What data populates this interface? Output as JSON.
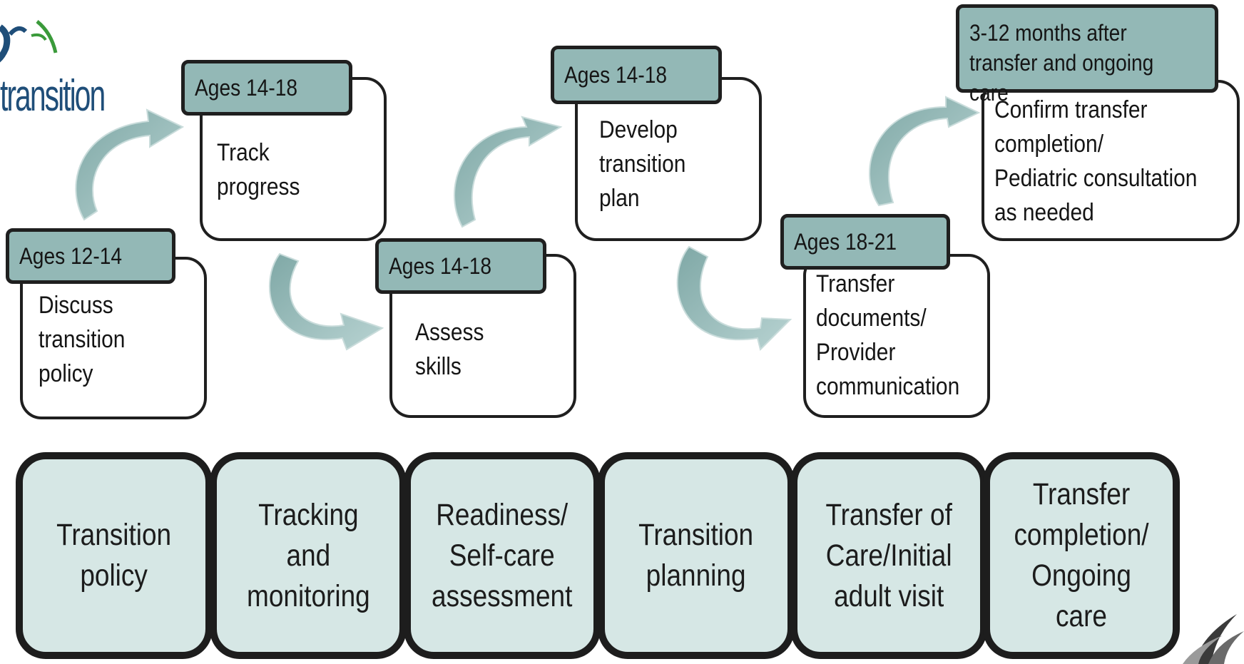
{
  "logo": {
    "text": "transition",
    "icon": "transition-logo-icon"
  },
  "stages": [
    {
      "tag": "Ages 12-14",
      "text": "Discuss\ntransition\npolicy"
    },
    {
      "tag": "Ages 14-18",
      "text": "Track\nprogress"
    },
    {
      "tag": "Ages 14-18",
      "text": "Assess\nskills"
    },
    {
      "tag": "Ages 14-18",
      "text": "Develop\ntransition\nplan"
    },
    {
      "tag": "Ages 18-21",
      "text": "Transfer\ndocuments/\nProvider\ncommunication"
    },
    {
      "tag": "3-12 months after\ntransfer and ongoing care",
      "text": "Confirm transfer\ncompletion/\nPediatric consultation\nas needed"
    }
  ],
  "phases": [
    "Transition\npolicy",
    "Tracking\nand\nmonitoring",
    "Readiness/\nSelf-care\nassessment",
    "Transition\nplanning",
    "Transfer of\nCare/Initial\nadult visit",
    "Transfer\ncompletion/\nOngoing care"
  ],
  "colors": {
    "tag_fill": "#93b8b6",
    "phase_fill": "#d6e7e5",
    "arrow_fill": "#9dc0bf",
    "outline": "#1f1f1f"
  }
}
